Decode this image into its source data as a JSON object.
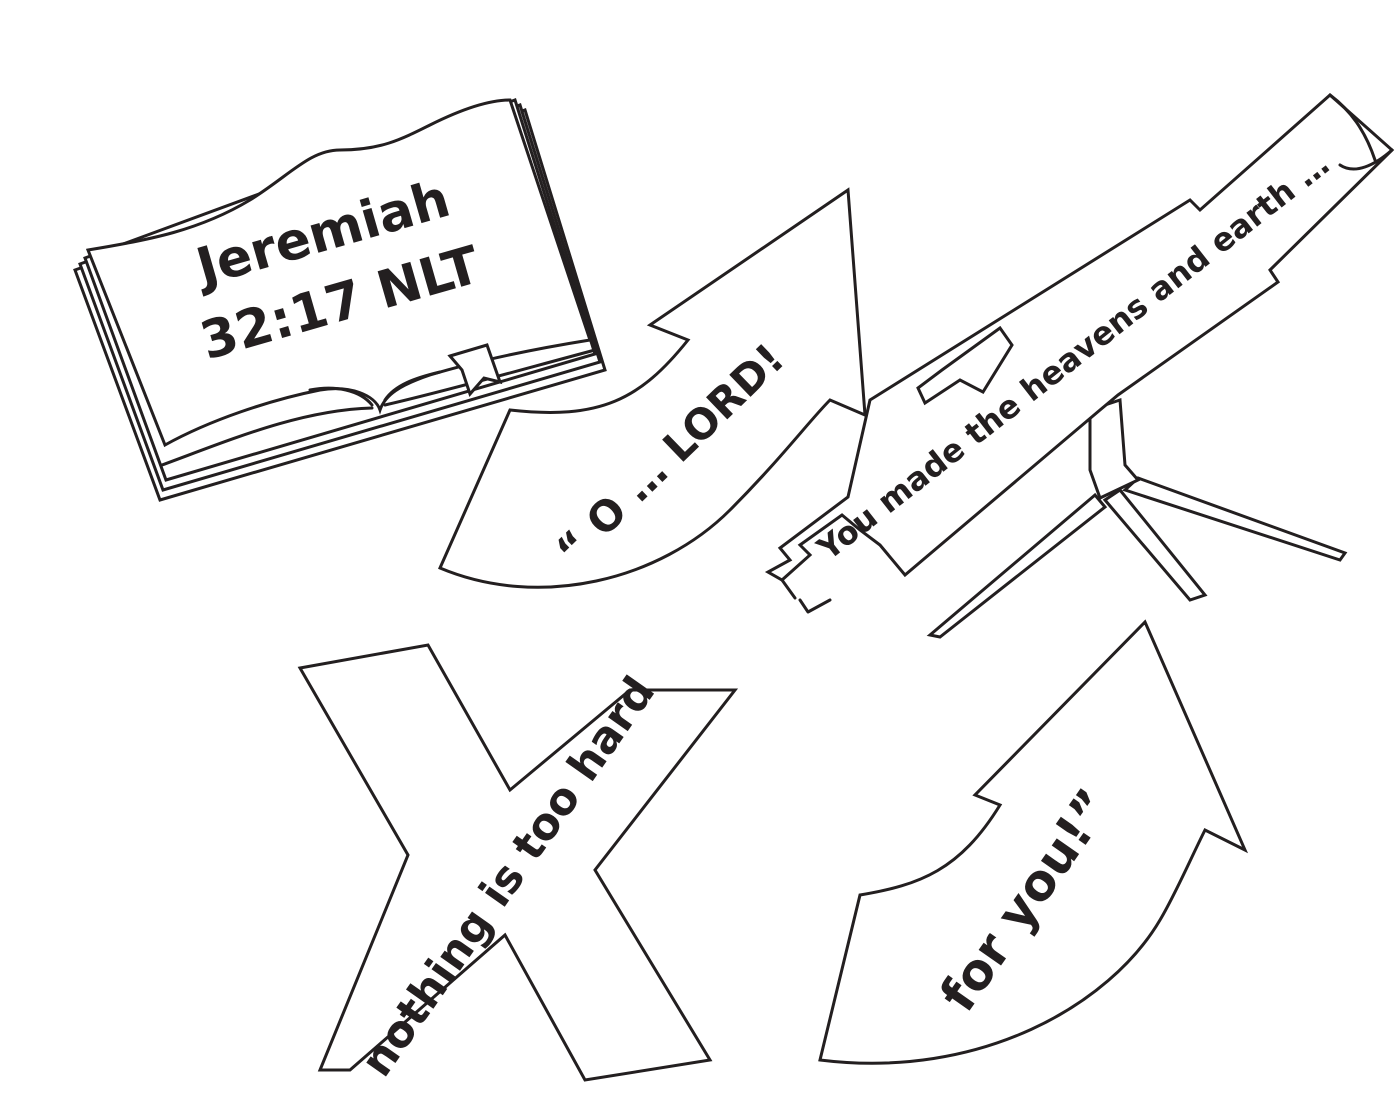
{
  "ink_color": "#231f20",
  "paper_color": "#ffffff",
  "book": {
    "icon": "open-bible-icon",
    "line1": "Jeremiah",
    "line2": "32:17 NLT"
  },
  "arrow_top": {
    "icon": "curved-arrow-icon",
    "text": "“ O … LORD!"
  },
  "telescope": {
    "icon": "telescope-icon",
    "text": "You made the heavens and earth …"
  },
  "x_shape": {
    "icon": "x-mark-icon",
    "text": "nothing is too hard"
  },
  "arrow_bottom": {
    "icon": "curved-arrow-icon",
    "text": "for you!”"
  }
}
